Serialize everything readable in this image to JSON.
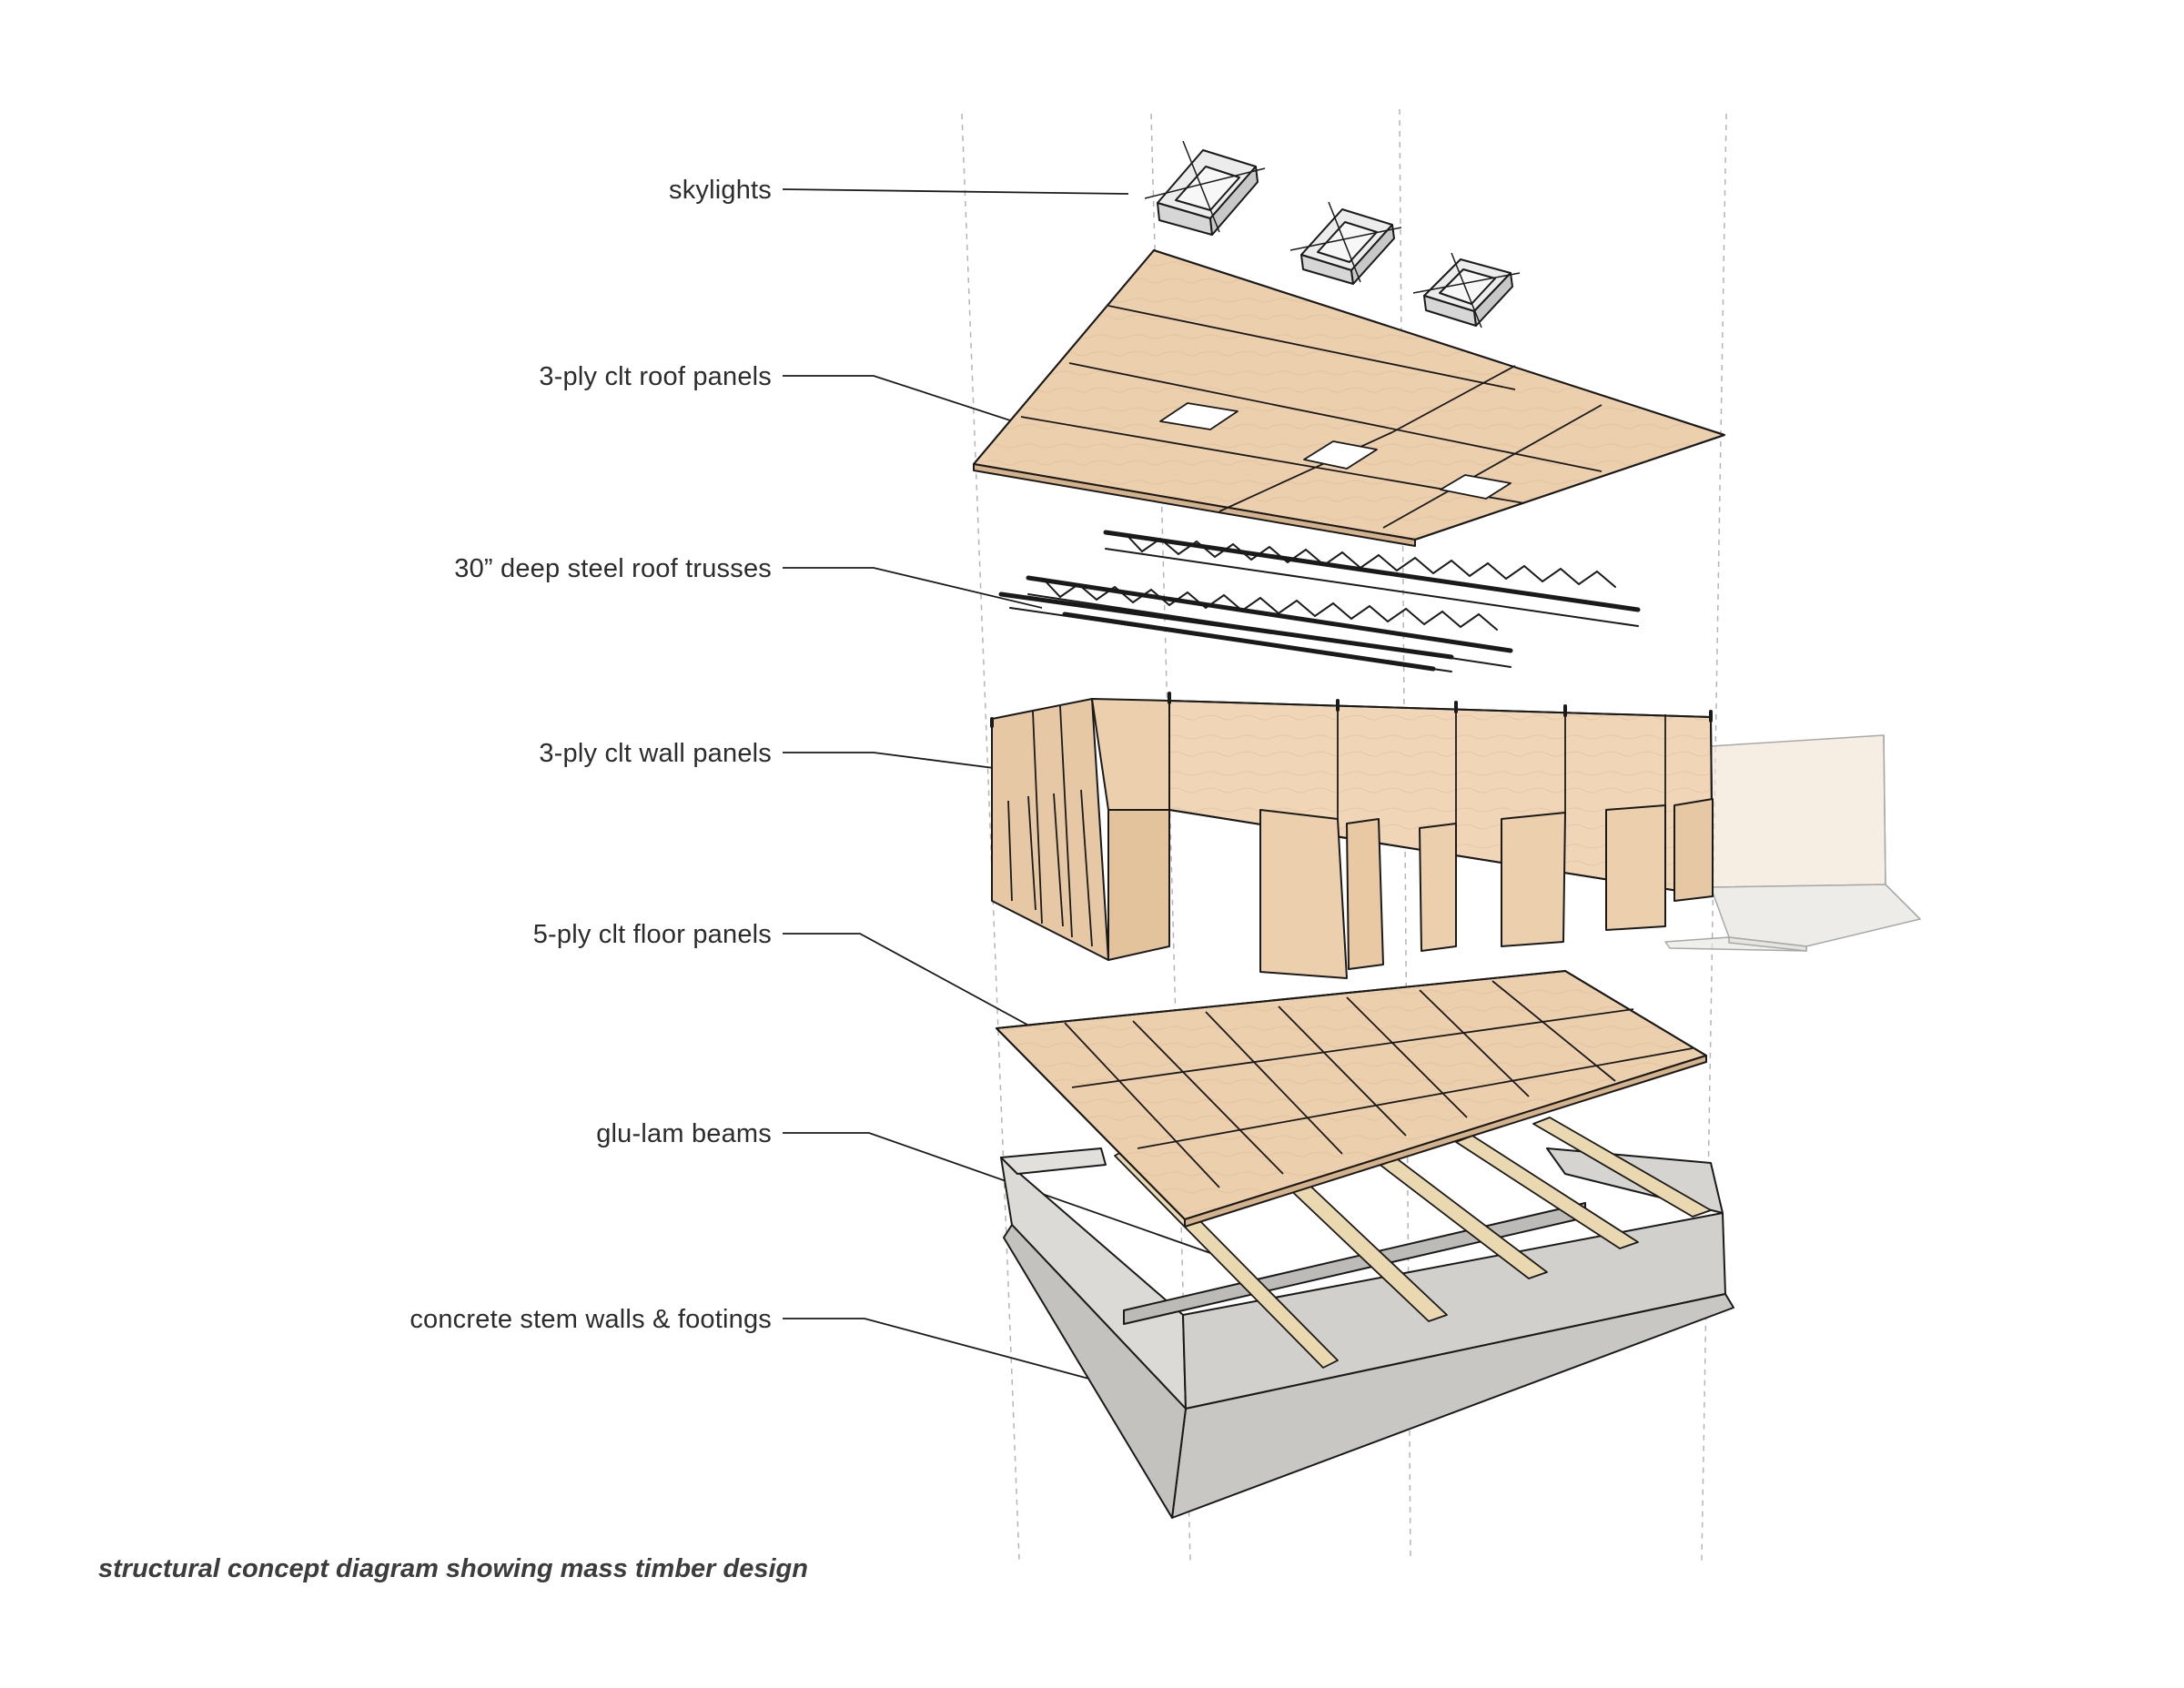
{
  "labels": {
    "skylights": "skylights",
    "roof_panels": "3-ply clt roof panels",
    "roof_trusses": "30” deep steel roof trusses",
    "wall_panels": "3-ply clt wall panels",
    "floor_panels": "5-ply clt floor panels",
    "glulam_beams": "glu-lam beams",
    "stem_walls": "concrete stem walls & footings"
  },
  "caption": "structural concept diagram showing mass timber design",
  "colors": {
    "timber": "#eccfad",
    "timber_dark": "#dcb78f",
    "concrete": "#d6d4d0",
    "beam": "#ead9b0",
    "line": "#1a1a1a",
    "guide": "#b5b5b5",
    "label_text": "#2c2c2c"
  }
}
